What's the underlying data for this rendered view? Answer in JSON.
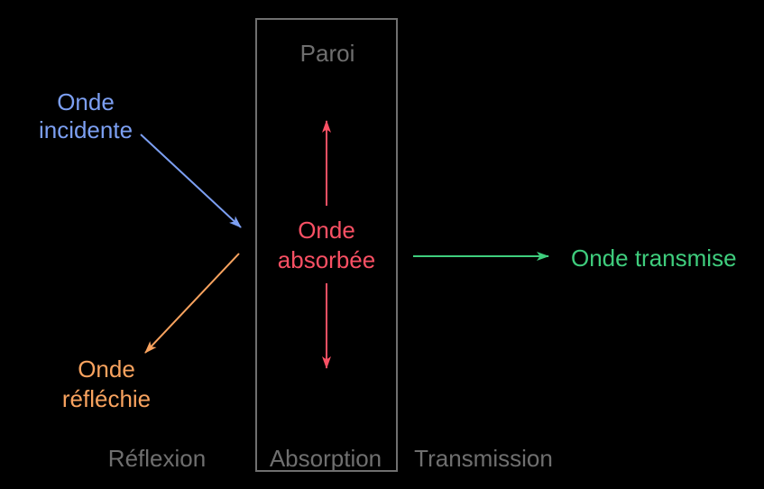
{
  "colors": {
    "background": "#000000",
    "muted_gray": "#6f6f6f",
    "incident_blue": "#7c9ff2",
    "absorbed_red": "#fa5064",
    "reflected_orange": "#f9a35f",
    "transmitted_green": "#3fcd7d"
  },
  "wall": {
    "label": "Paroi"
  },
  "waves": {
    "incident": "Onde\nincidente",
    "absorbed": "Onde\nabsorbée",
    "reflected": "Onde\nréfléchie",
    "transmitted": "Onde transmise"
  },
  "phenomena": {
    "reflection": "Réflexion",
    "absorption": "Absorption",
    "transmission": "Transmission"
  }
}
